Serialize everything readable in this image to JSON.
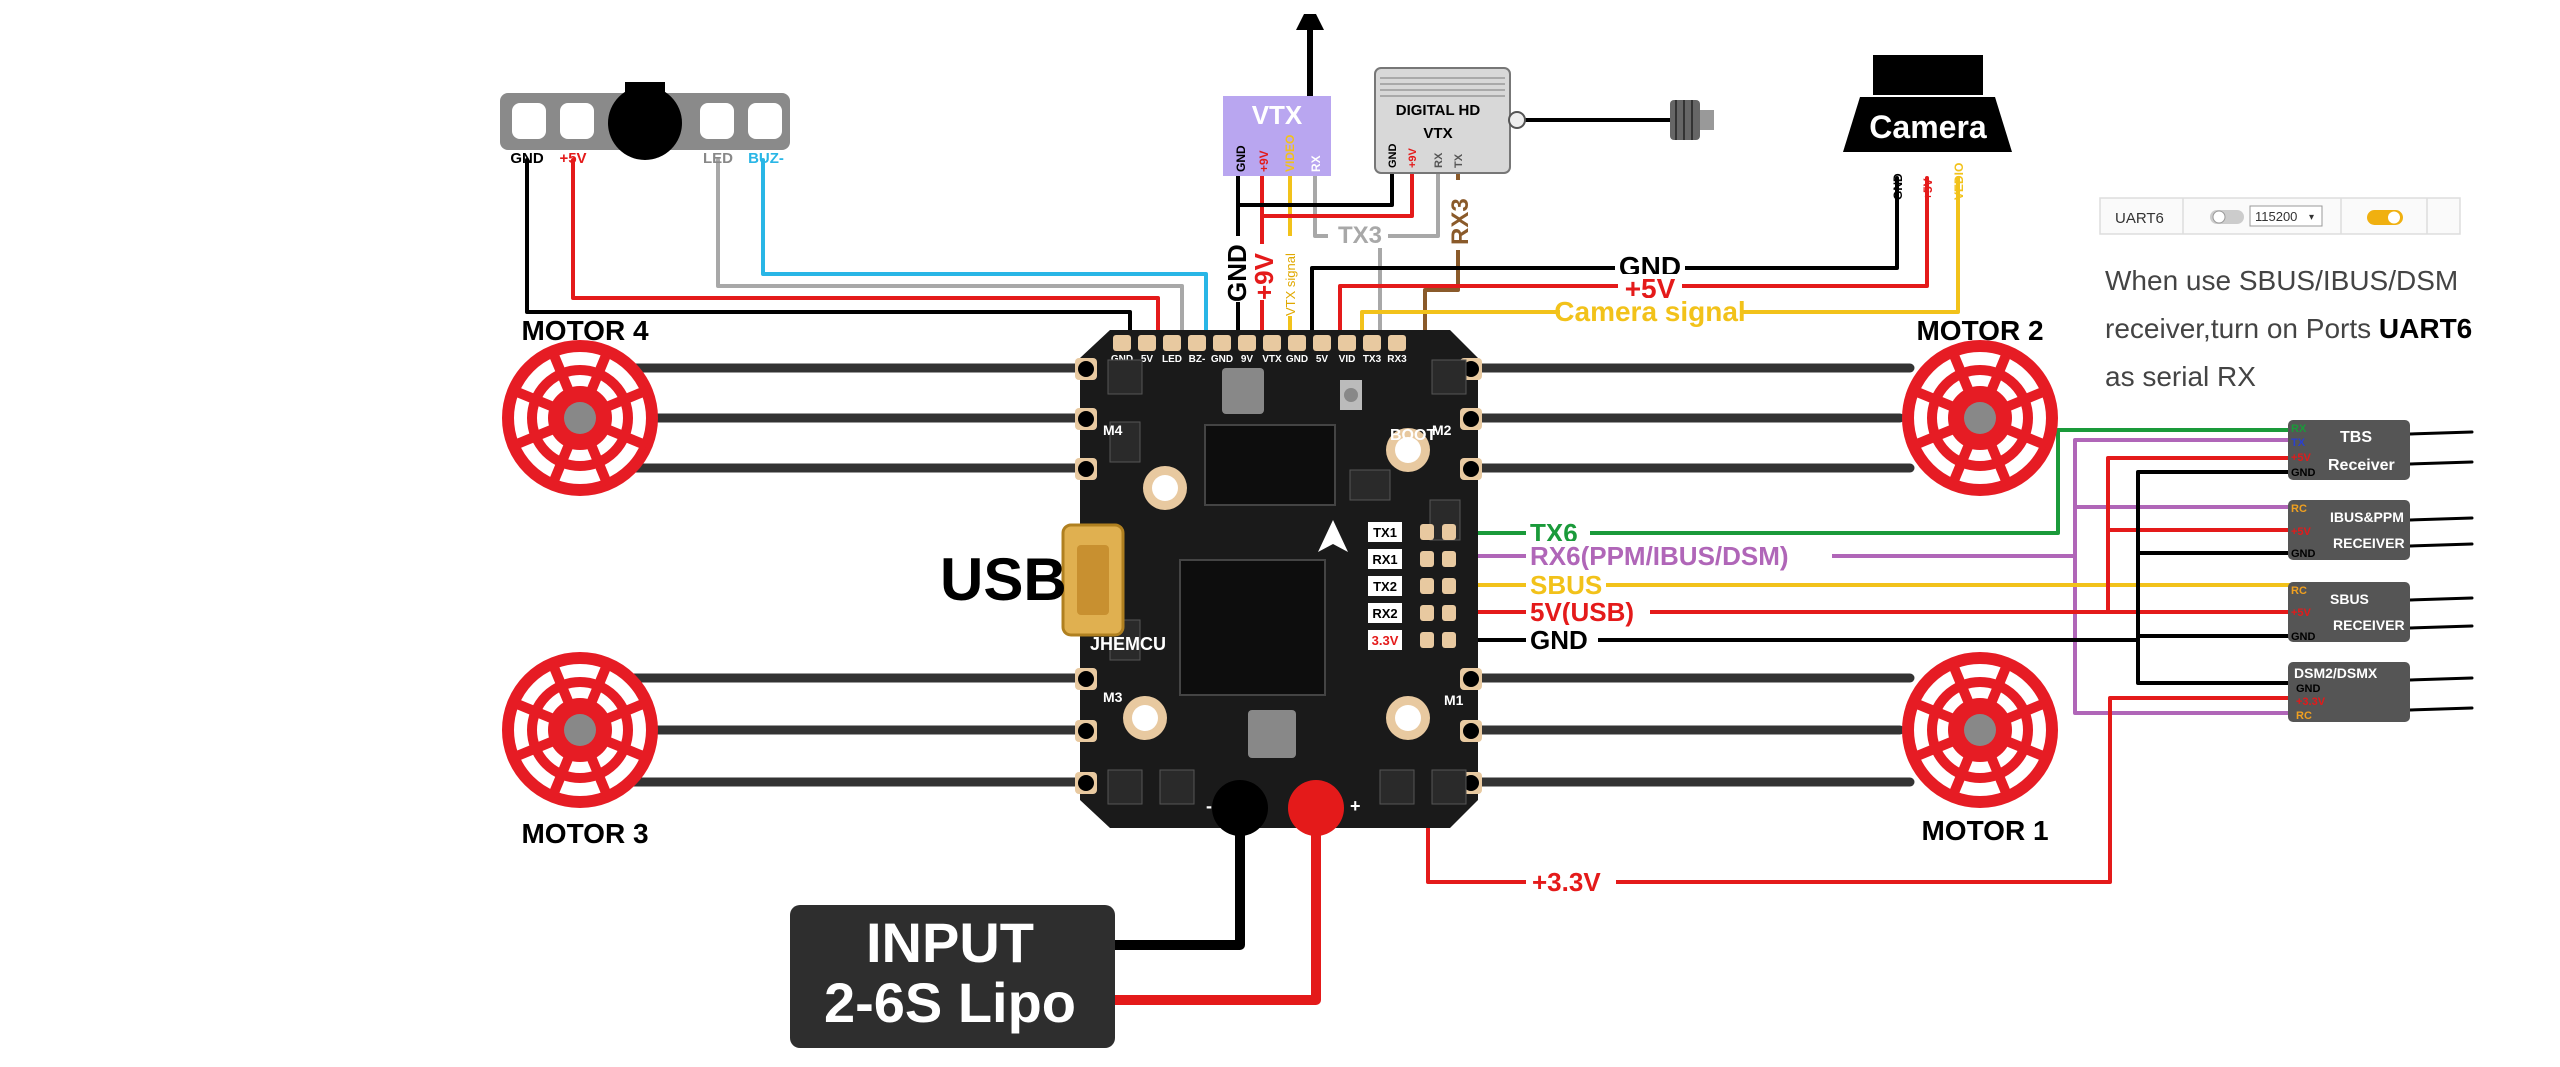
{
  "colors": {
    "black": "#000000",
    "red": "#e41a1a",
    "yellow": "#f2c21a",
    "green": "#1a9a3a",
    "purple": "#b066b8",
    "gray": "#a8a8a8",
    "cyan": "#29b6e6",
    "brown": "#8a5a2a",
    "orange": "#f0a020",
    "blue": "#2a40d0",
    "board": "#1a1a1a",
    "pad": "#e8c9a0",
    "vtx": "#b9a6f0",
    "motor": "#e61c24",
    "module": "#555555"
  },
  "buzzer": {
    "pins": {
      "gnd": "GND",
      "v5": "+5V",
      "led": "LED",
      "buz": "BUZ-"
    }
  },
  "vtx": {
    "title": "VTX",
    "pins": {
      "gnd": "GND",
      "v9": "+9V",
      "video": "VIDEO",
      "rx": "RX"
    }
  },
  "digital_vtx": {
    "line1": "DIGITAL HD",
    "line2": "VTX",
    "pins": {
      "gnd": "GND",
      "v9": "+9V",
      "rx": "RX",
      "tx": "TX"
    }
  },
  "camera": {
    "title": "Camera",
    "pins": {
      "gnd": "GND",
      "v5": "+5V",
      "vedio": "VEDIO"
    }
  },
  "wire_labels": {
    "tx3": "TX3",
    "rx3": "RX3",
    "gnd_vtx": "GND",
    "v9": "+9V",
    "vtx_signal": "VTX signal",
    "gnd_cam": "GND",
    "v5_cam": "+5V",
    "camera_signal": "Camera signal",
    "tx6": "TX6",
    "rx6": "RX6(PPM/IBUS/DSM)",
    "sbus": "SBUS",
    "v5usb": "5V(USB)",
    "gnd_rx": "GND",
    "v33": "+3.3V"
  },
  "board": {
    "usb": "USB",
    "brand": "JHEMCU",
    "boot": "BOOT",
    "m1": "M1",
    "m2": "M2",
    "m3": "M3",
    "m4": "M4",
    "top_pads": [
      "GND",
      "5V",
      "LED",
      "BZ-",
      "GND",
      "9V",
      "VTX",
      "GND",
      "5V",
      "VID",
      "TX3",
      "RX3"
    ],
    "side_pads": [
      "TX1",
      "RX1",
      "TX2",
      "RX2",
      "3.3V"
    ],
    "minus": "-",
    "plus": "+"
  },
  "motors": {
    "m1": "MOTOR 1",
    "m2": "MOTOR 2",
    "m3": "MOTOR 3",
    "m4": "MOTOR 4"
  },
  "input": {
    "line1": "INPUT",
    "line2": "2-6S Lipo"
  },
  "config": {
    "port": "UART6",
    "baud": "115200",
    "note1": "When use SBUS/IBUS/DSM",
    "note2_pre": "receiver,turn on Ports ",
    "note2_bold": "UART6",
    "note3": "as serial RX"
  },
  "receivers": {
    "tbs": {
      "line1": "TBS",
      "line2": "Receiver",
      "pins": [
        "RX",
        "TX",
        "+5V",
        "GND"
      ]
    },
    "ibus": {
      "line1": "IBUS&PPM",
      "line2": "RECEIVER",
      "pins": [
        "RC",
        "+5V",
        "GND"
      ]
    },
    "sbus": {
      "line1": "SBUS",
      "line2": "RECEIVER",
      "pins": [
        "RC",
        "+5V",
        "GND"
      ]
    },
    "dsm": {
      "line1": "DSM2/DSMX",
      "pins": [
        "GND",
        "+3.3V",
        "RC"
      ]
    }
  }
}
